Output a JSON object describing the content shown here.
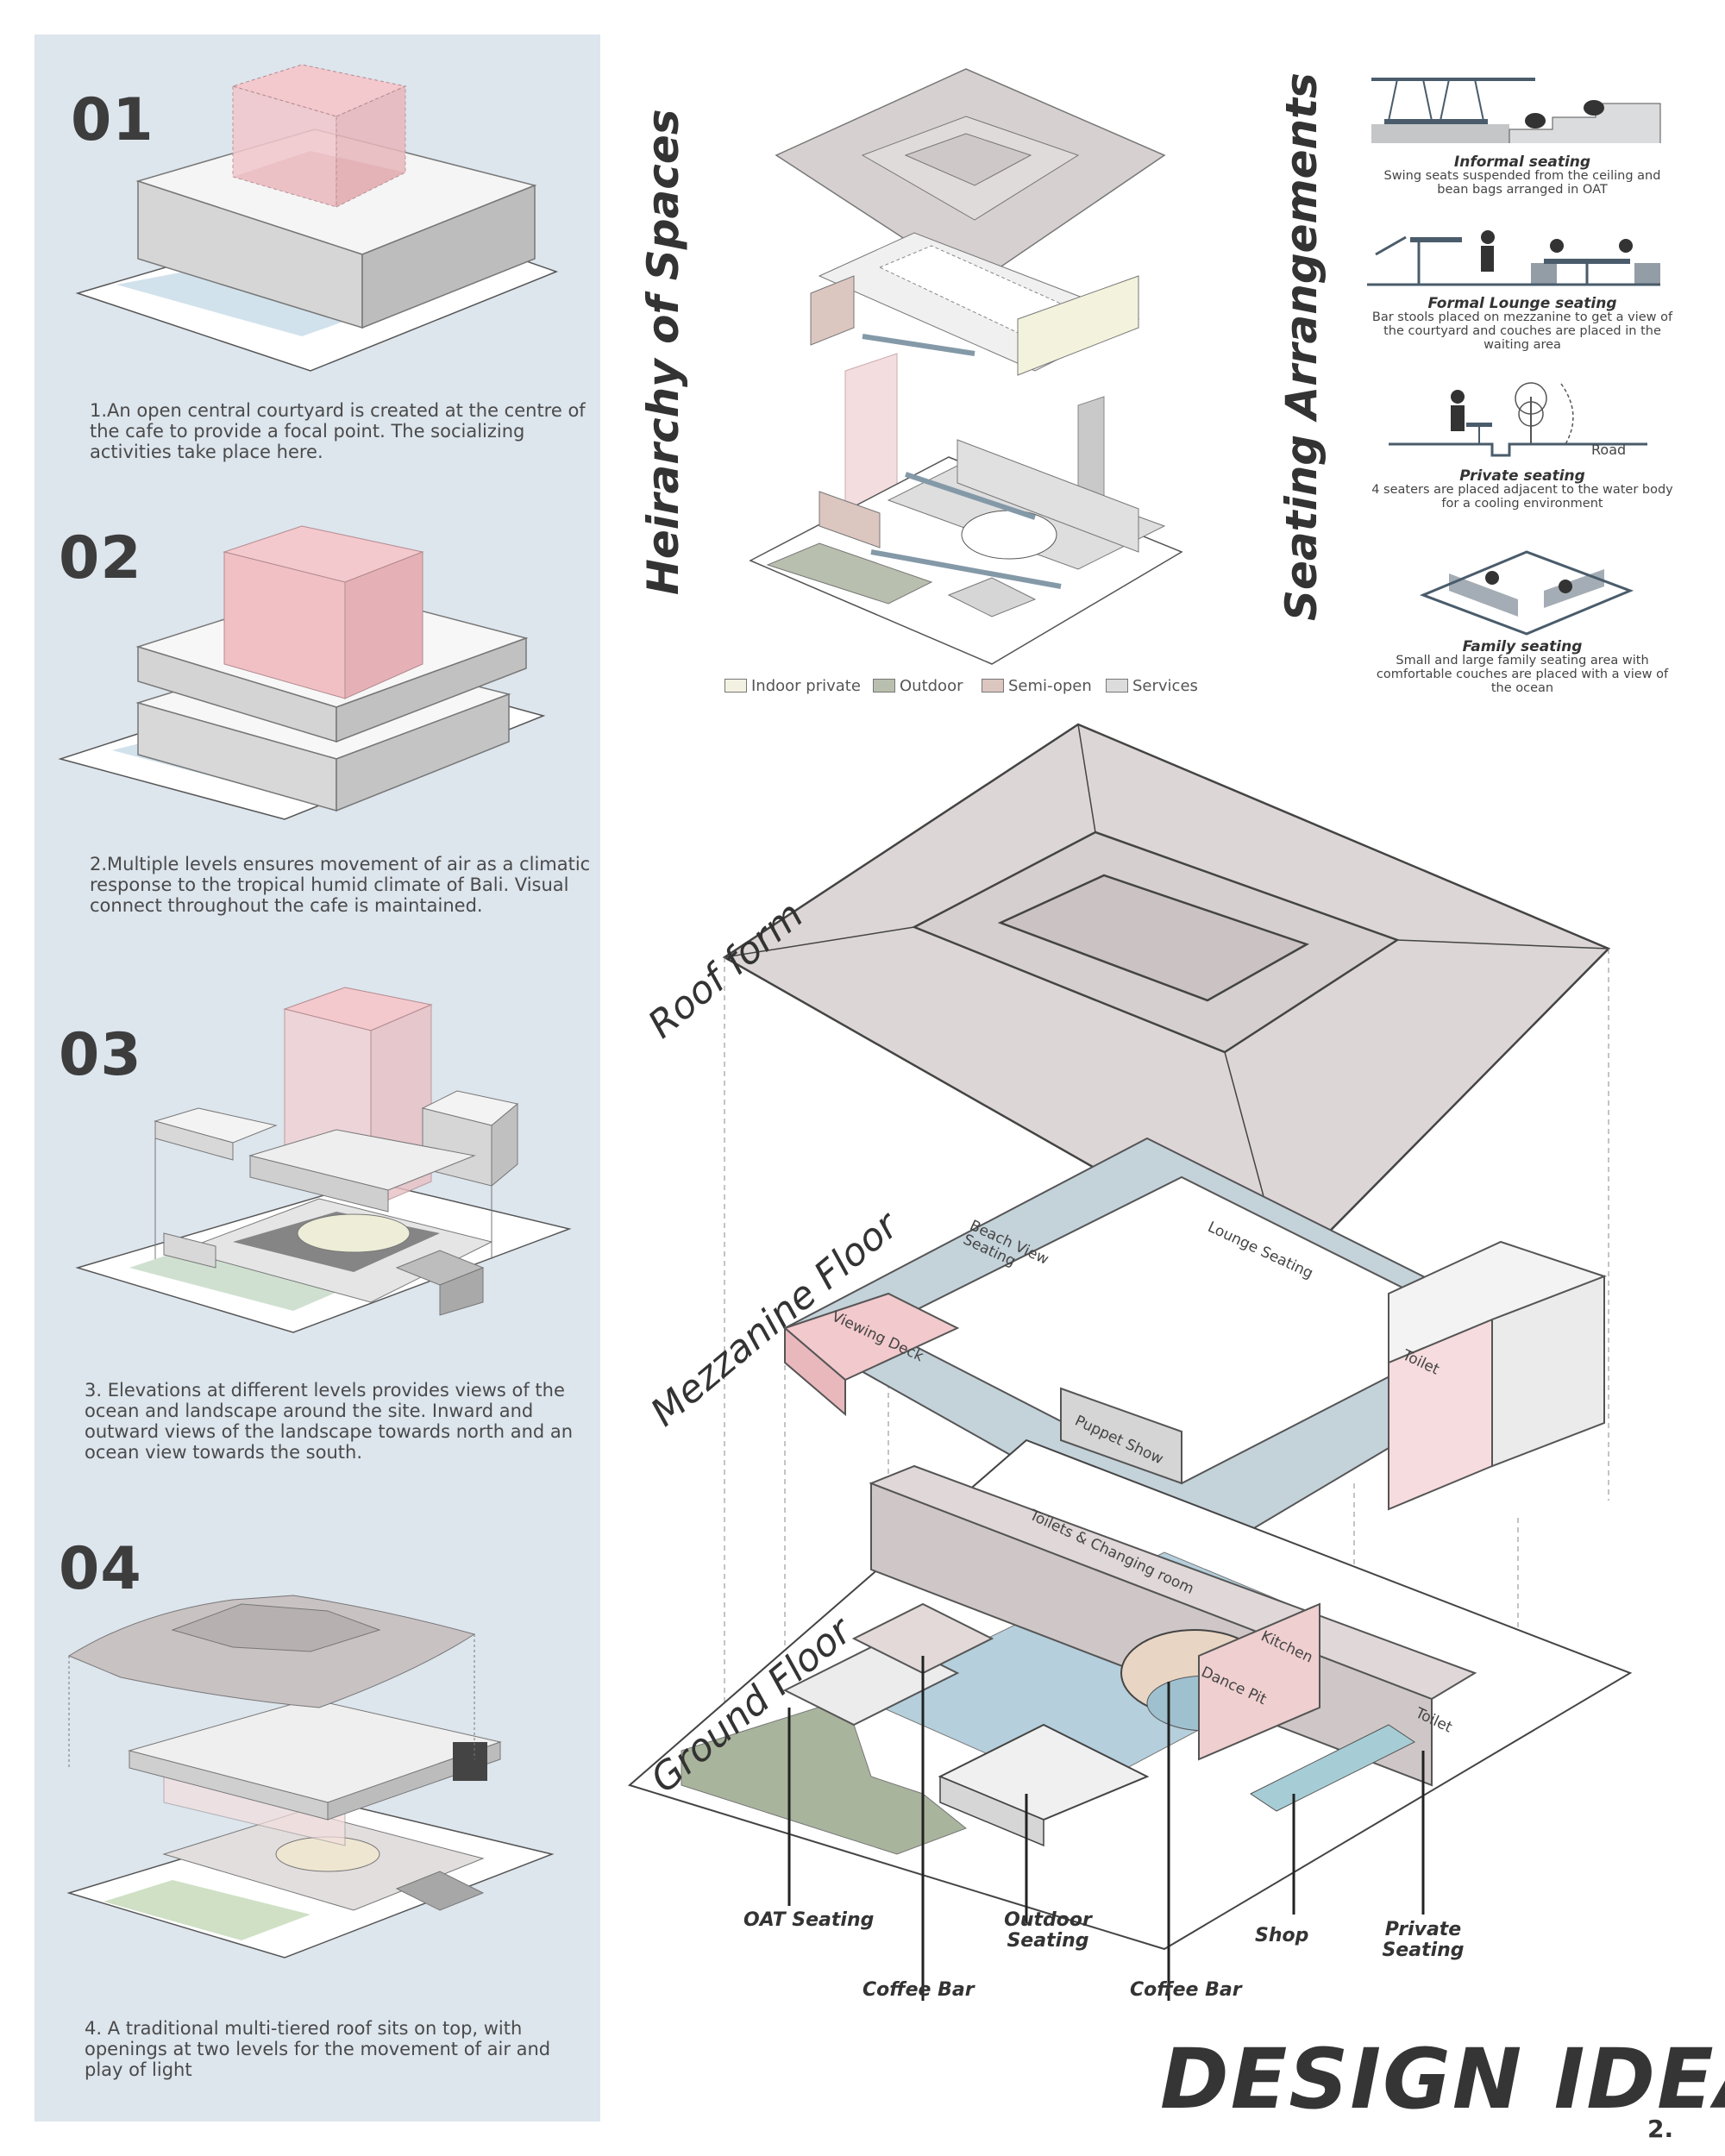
{
  "steps": [
    {
      "num": "01",
      "text": "1.An open central courtyard is created at the centre of the cafe to provide a focal point. The socializing activities take place here."
    },
    {
      "num": "02",
      "text": "2.Multiple levels ensures movement of air as a climatic response to the tropical humid climate of Bali. Visual connect throughout the cafe is maintained."
    },
    {
      "num": "03",
      "text": "3. Elevations at different levels provides views of the ocean and landscape around the site. Inward and outward views of the landscape towards north and an ocean view towards the south."
    },
    {
      "num": "04",
      "text": "4. A traditional multi-tiered roof sits on top, with openings at two levels for the movement of air and play of light"
    }
  ],
  "hierarchy": {
    "title": "Heirarchy of Spaces",
    "legend": [
      {
        "label": "Indoor private",
        "color": "#f3f2e2"
      },
      {
        "label": "Outdoor",
        "color": "#b9bfae"
      },
      {
        "label": "Semi-open",
        "color": "#dcc6c0"
      },
      {
        "label": "Services",
        "color": "#dcdcdc"
      }
    ]
  },
  "seating": {
    "title": "Seating Arrangements",
    "road_label": "Road",
    "items": [
      {
        "title": "Informal seating",
        "desc": "Swing seats suspended from the ceiling and bean bags arranged in OAT"
      },
      {
        "title": "Formal Lounge seating",
        "desc": "Bar stools placed on mezzanine to get a view of the courtyard and couches are placed in the waiting area"
      },
      {
        "title": "Private seating",
        "desc": "4 seaters are placed adjacent to the water body for a cooling environment"
      },
      {
        "title": "Family seating",
        "desc": "Small and large family seating area with comfortable couches are placed with a view of the ocean"
      }
    ]
  },
  "exploded": {
    "roof_label": "Roof form",
    "mezzanine_label": "Mezzanine Floor",
    "ground_label": "Ground Floor",
    "mezzanine_spaces": [
      "Beach View Seating",
      "Lounge Seating",
      "Viewing Deck",
      "Toilet",
      "Puppet Show"
    ],
    "ground_spaces": [
      "Toilets & Changing room",
      "Kitchen",
      "Dance Pit",
      "Toilet"
    ],
    "callouts": [
      "OAT Seating",
      "Outdoor Seating",
      "Shop",
      "Private Seating",
      "Coffee Bar",
      "Coffee Bar"
    ]
  },
  "footer": {
    "title": "DESIGN IDEA",
    "page": "2."
  },
  "colors": {
    "panel": "#dde5ed",
    "pink": "#f2c9cc",
    "water": "#b5cfdc",
    "grass": "#a9b49d",
    "wall": "#e6e3e3"
  }
}
